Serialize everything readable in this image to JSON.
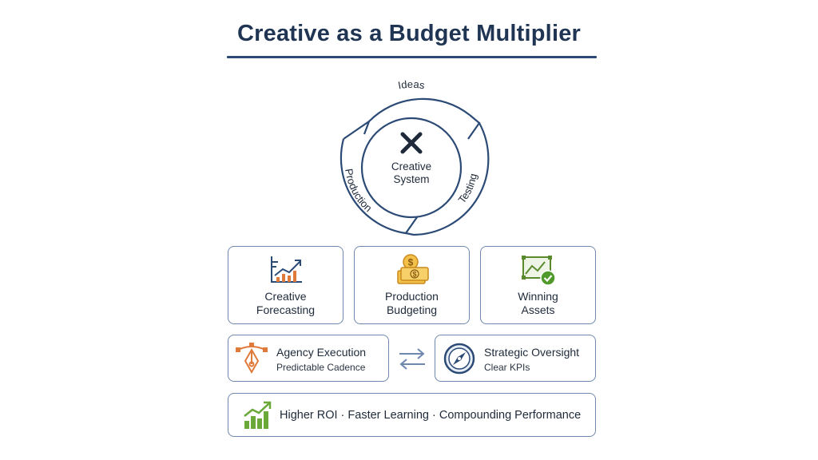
{
  "title": "Creative as a Budget Multiplier",
  "cycle": {
    "center_icon": "x-icon",
    "center_line1": "Creative",
    "center_line2": "System",
    "segments": [
      "Ideas",
      "Testing",
      "Production"
    ]
  },
  "pillars": [
    {
      "line1": "Creative",
      "line2": "Forecasting",
      "icon": "chart-growth-icon"
    },
    {
      "line1": "Production",
      "line2": "Budgeting",
      "icon": "money-stack-icon"
    },
    {
      "line1": "Winning",
      "line2": "Assets",
      "icon": "verified-asset-icon"
    }
  ],
  "agency": {
    "title": "Agency Execution",
    "subtitle": "Predictable Cadence",
    "icon": "pen-tool-icon"
  },
  "exchange_icon": "swap-arrows-icon",
  "oversight": {
    "title": "Strategic Oversight",
    "subtitle": "Clear KPIs",
    "icon": "compass-icon"
  },
  "outcome": {
    "text": "Higher ROI · Faster Learning · Compounding Performance",
    "icon": "growth-bars-icon"
  },
  "colors": {
    "navy": "#1f3553",
    "border": "#6e88ad",
    "orange": "#e07a3a",
    "gold": "#e6a52a",
    "green": "#6aa83a"
  }
}
